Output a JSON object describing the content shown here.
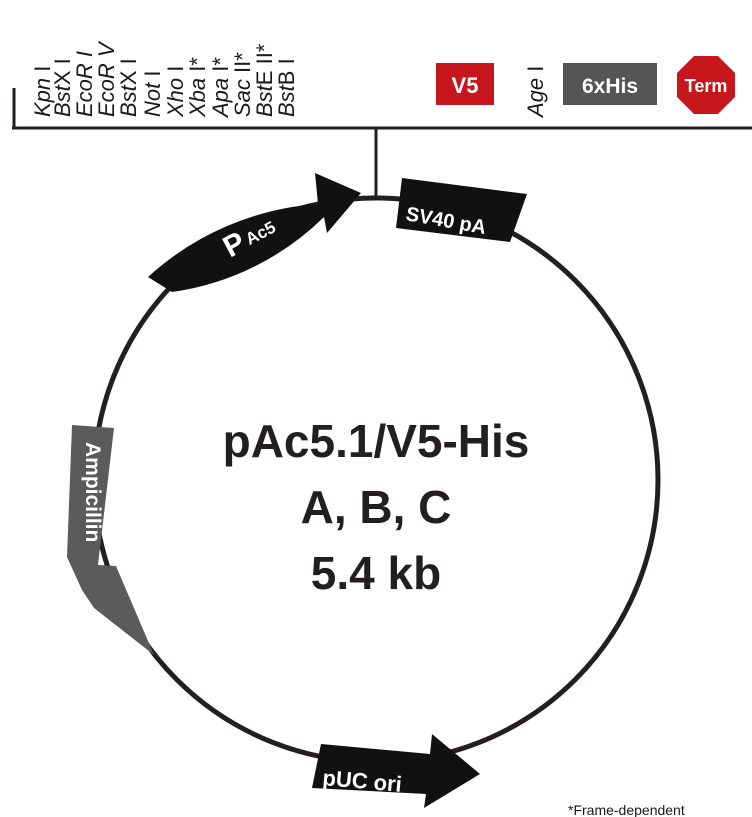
{
  "restriction_sites": [
    {
      "italic": "Kpn",
      "roman": " I"
    },
    {
      "italic": "Bst",
      "roman": "X I"
    },
    {
      "italic": "",
      "roman": "EcoR I"
    },
    {
      "italic": "",
      "roman": "EcoR V"
    },
    {
      "italic": "Bst",
      "roman": "X I"
    },
    {
      "italic": "Not",
      "roman": " I"
    },
    {
      "italic": "Xho",
      "roman": " I"
    },
    {
      "italic": "Xba",
      "roman": " I*"
    },
    {
      "italic": "Apa",
      "roman": " I*"
    },
    {
      "italic": "Sac",
      "roman": " II*"
    },
    {
      "italic": "Bst",
      "roman": "E II*"
    },
    {
      "italic": "Bst",
      "roman": "B I"
    }
  ],
  "mcs_features": {
    "v5_tag": "V5",
    "age_site": {
      "italic": "Age",
      "roman": " I"
    },
    "his_tag": "6xHis",
    "terminator": "Term"
  },
  "plasmid_features": {
    "promoter": {
      "main": "P",
      "subscript": "Ac5"
    },
    "polyA": "SV40 pA",
    "resistance": "Ampicillin",
    "origin": "pUC ori"
  },
  "plasmid": {
    "name": "pAc5.1/V5-His",
    "variants": "A, B, C",
    "size": "5.4 kb"
  },
  "footnote": "*Frame-dependent",
  "colors": {
    "v5_box": "#c8161d",
    "his_box": "#555555",
    "term_octagon": "#c8161d",
    "feature_arrow": "#111111",
    "ampicillin_arrow": "#5b5b5b",
    "backbone": "#231f20"
  }
}
